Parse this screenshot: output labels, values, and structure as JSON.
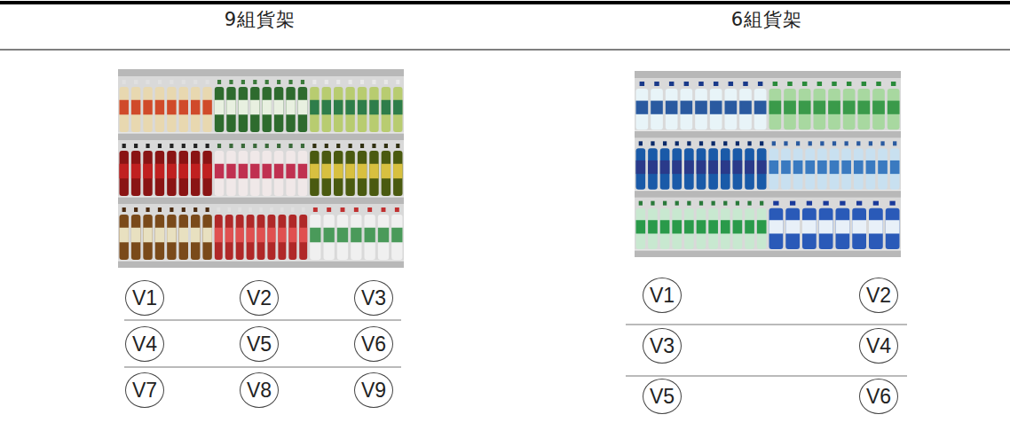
{
  "diagram": {
    "nodes": [
      {
        "text": [
          "V1"
        ]
      },
      {
        "text": [
          "V2"
        ]
      },
      {
        "text": [
          "V3"
        ]
      },
      {
        "text": [
          "V4"
        ]
      },
      {
        "text": [
          "V5"
        ]
      },
      {
        "text": [
          "V6"
        ]
      },
      {
        "text": [
          "V7"
        ]
      },
      {
        "text": [
          "V8"
        ]
      },
      {
        "text": [
          "V9"
        ]
      },
      {
        "text": [
          "V1"
        ]
      },
      {
        "text": [
          "V2"
        ]
      },
      {
        "text": [
          "V3"
        ]
      },
      {
        "text": [
          "V4"
        ]
      },
      {
        "text": [
          "V5"
        ]
      },
      {
        "text": [
          "V6"
        ]
      }
    ],
    "labels": [
      "9組貨架",
      "6組貨架"
    ]
  }
}
